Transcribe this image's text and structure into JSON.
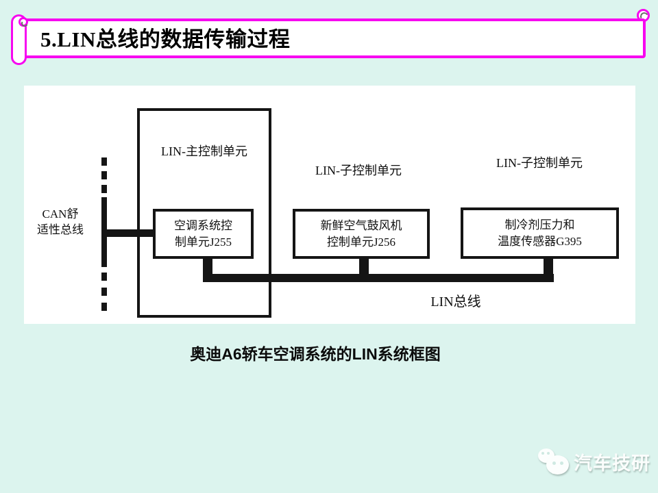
{
  "page": {
    "background_color": "#DCF4EE",
    "accent_color": "#F705F0"
  },
  "header": {
    "title": "5.LIN总线的数据传输过程"
  },
  "diagram": {
    "line_color": "#151515",
    "master_unit_label": "LIN-主控制单元",
    "slave_unit_label_left": "LIN-子控制单元",
    "slave_unit_label_right": "LIN-子控制单元",
    "can_bus_line1": "CAN舒",
    "can_bus_line2": "适性总线",
    "box_j255_line1": "空调系统控",
    "box_j255_line2": "制单元J255",
    "box_j256_line1": "新鲜空气鼓风机",
    "box_j256_line2": "控制单元J256",
    "box_g395_line1": "制冷剂压力和",
    "box_g395_line2": "温度传感器G395",
    "lin_bus_label": "LIN总线"
  },
  "caption": "奥迪A6轿车空调系统的LIN系统框图",
  "watermark": {
    "logo": "wechat-icon",
    "text": "汽车技研"
  }
}
